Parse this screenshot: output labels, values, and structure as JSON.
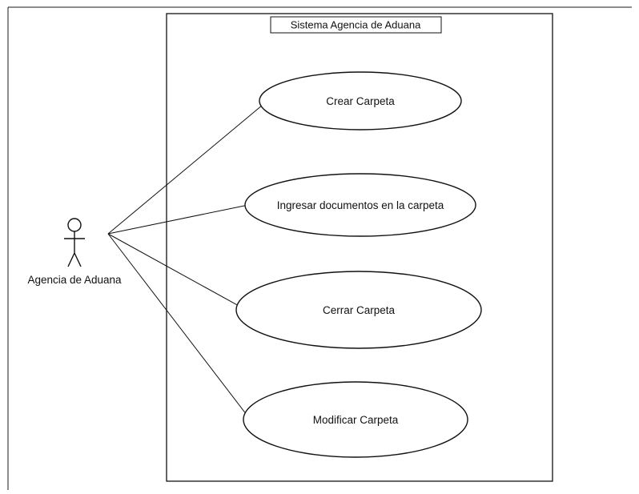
{
  "system": {
    "title": "Sistema Agencia de Aduana"
  },
  "actor": {
    "name": "Agencia de Aduana",
    "icon": "stick-figure-icon"
  },
  "use_cases": [
    {
      "id": "crear",
      "label": "Crear Carpeta"
    },
    {
      "id": "ingresar",
      "label": "Ingresar documentos en la carpeta"
    },
    {
      "id": "cerrar",
      "label": "Cerrar Carpeta"
    },
    {
      "id": "modificar",
      "label": "Modificar Carpeta"
    }
  ],
  "colors": {
    "stroke": "#111111",
    "background": "#ffffff"
  }
}
